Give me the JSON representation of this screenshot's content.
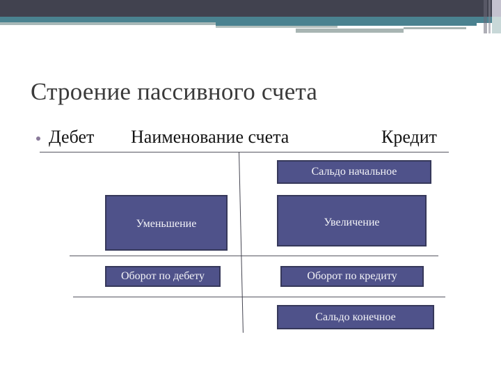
{
  "slide": {
    "title": "Строение пассивного счета",
    "header": {
      "debit": "Дебет",
      "account_name": "Наименование счета",
      "credit": "Кредит"
    },
    "boxes": {
      "opening_balance": "Сальдо начальное",
      "decrease": "Уменьшение",
      "increase": "Увеличение",
      "debit_turnover": "Оборот по дебету",
      "credit_turnover": "Оборот по кредиту",
      "closing_balance": "Сальдо конечное"
    },
    "colors": {
      "top_bar": "#41424f",
      "teal_band": "#4a8290",
      "box_fill": "#4f528a",
      "box_border": "#36385a",
      "box_text": "#f4f4f8",
      "title_text": "#3a3a3a"
    }
  }
}
